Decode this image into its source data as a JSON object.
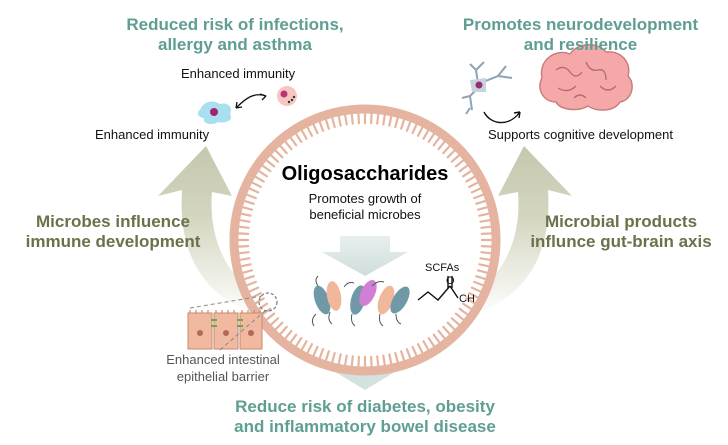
{
  "headings": {
    "top_left": [
      "Reduced risk of infections,",
      "allergy and asthma"
    ],
    "top_right": [
      "Promotes neurodevelopment",
      "and resilience"
    ],
    "left": [
      "Microbes influence",
      "immune development"
    ],
    "right": [
      "Microbial products",
      "influnce gut-brain axis"
    ],
    "bottom": [
      "Reduce risk of diabetes, obesity",
      "and inflammatory bowel disease"
    ]
  },
  "labels": {
    "immunity_top": "Enhanced immunity",
    "immunity_side": "Enhanced immunity",
    "cognitive": "Supports cognitive development",
    "center_title": "Oligosaccharides",
    "center_subtitle": [
      "Promotes growth of",
      "beneficial microbes"
    ],
    "scfa": "SCFAs",
    "scfa_o": "O",
    "scfa_ch": "CH",
    "barrier": [
      "Enhanced intestinal",
      "epithelial barrier"
    ]
  },
  "colors": {
    "teal_heading": "#5f9e93",
    "olive_heading": "#6b7149",
    "ring": "#e5b4a0",
    "side_arrow": "#c9c9b0",
    "center_arrow": "#dde8e6",
    "brain": "#f4a9a8"
  }
}
